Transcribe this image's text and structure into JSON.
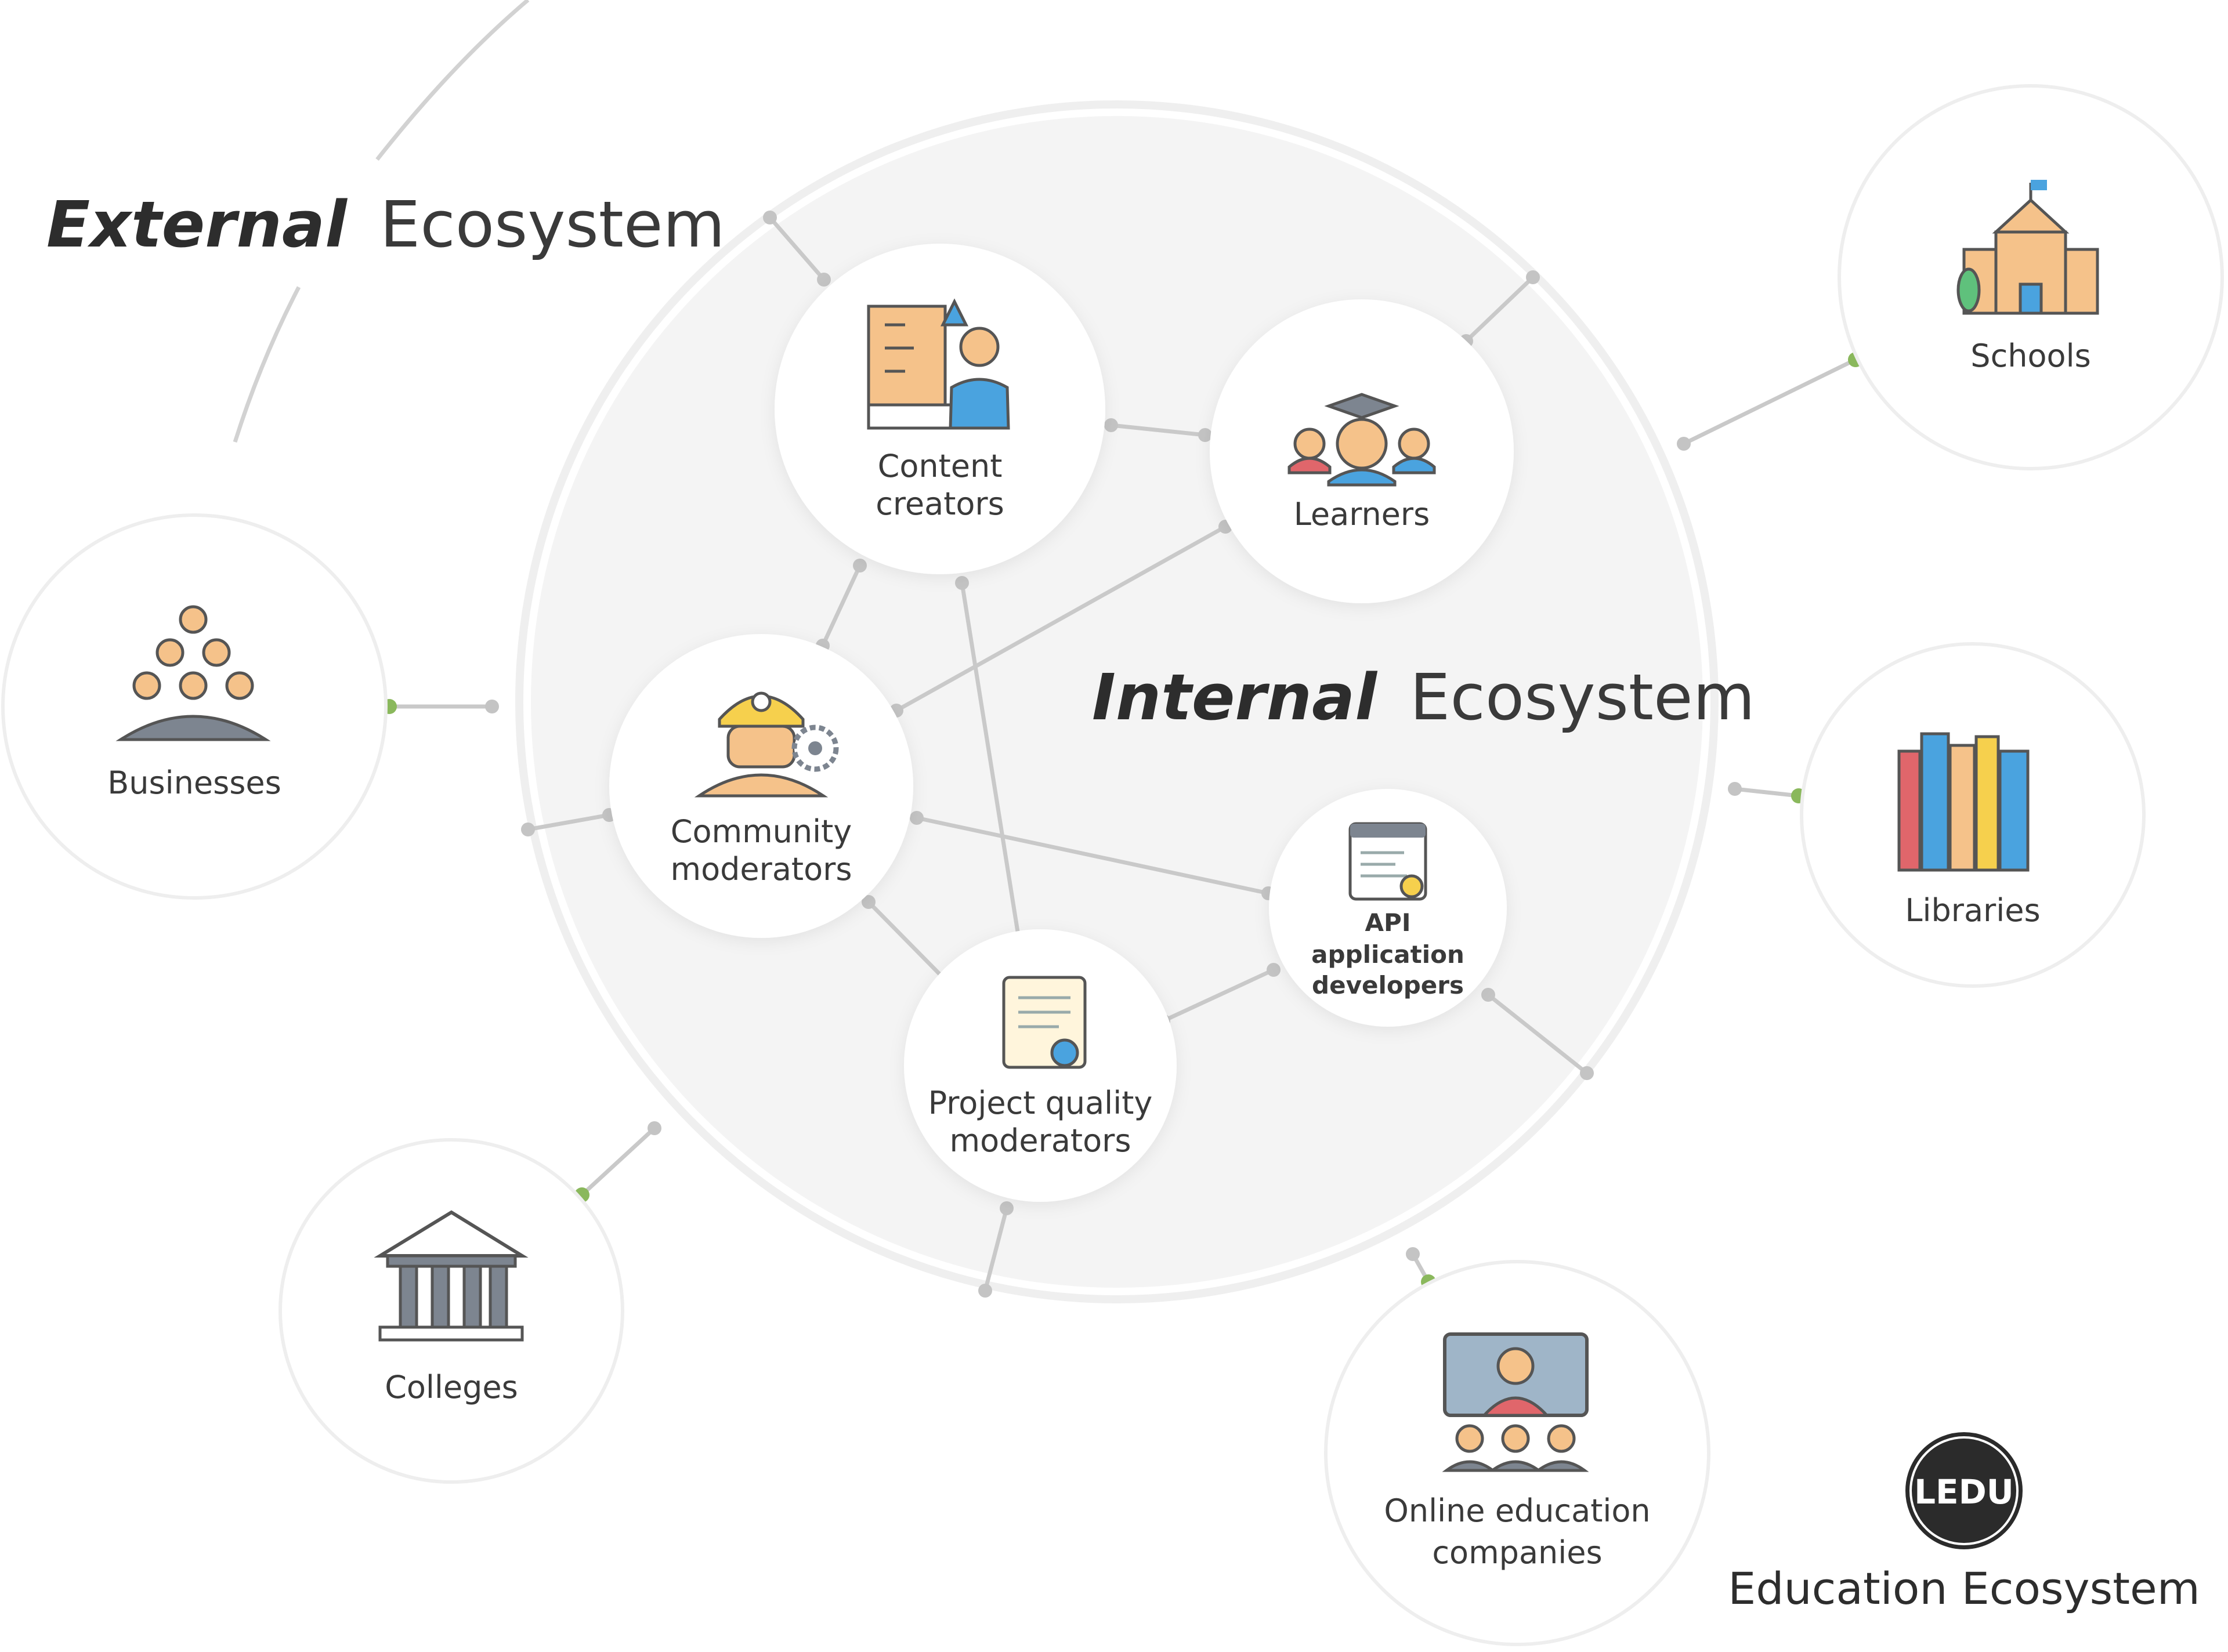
{
  "external_title": {
    "emphasis": "External",
    "rest": "Ecosystem"
  },
  "internal_title": {
    "emphasis": "Internal",
    "rest": "Ecosystem"
  },
  "brand": {
    "logo_text": "LEDU",
    "caption": "Education Ecosystem"
  },
  "internal_nodes": {
    "content_creators": [
      "Content",
      "creators"
    ],
    "learners": [
      "Learners"
    ],
    "community_moderators": [
      "Community",
      "moderators"
    ],
    "api_developers": [
      "API",
      "application",
      "developers"
    ],
    "project_quality_moderators": [
      "Project quality",
      "moderators"
    ]
  },
  "external_nodes": {
    "schools": [
      "Schools"
    ],
    "businesses": [
      "Businesses"
    ],
    "libraries": [
      "Libraries"
    ],
    "colleges": [
      "Colleges"
    ],
    "online_education_companies": [
      "Online education",
      "companies"
    ]
  },
  "colors": {
    "connector": "#c9c9c9",
    "node_dot": "#c4c4c4",
    "external_dot": "#8ab85c",
    "inner_disc": "#f4f4f4",
    "icon_orange": "#f5c28a",
    "icon_blue": "#4aa3df",
    "icon_gray": "#7d8590",
    "logo_bg": "#2b2b2b"
  },
  "icons": {
    "content_creators": "designer-with-ruler-icon",
    "learners": "graduates-icon",
    "community_moderators": "worker-with-gear-icon",
    "api_developers": "code-window-gear-icon",
    "project_quality_moderators": "certificate-document-icon",
    "schools": "school-building-icon",
    "businesses": "people-pyramid-icon",
    "libraries": "books-icon",
    "colleges": "classical-building-icon",
    "online_education_companies": "video-lecture-icon"
  }
}
